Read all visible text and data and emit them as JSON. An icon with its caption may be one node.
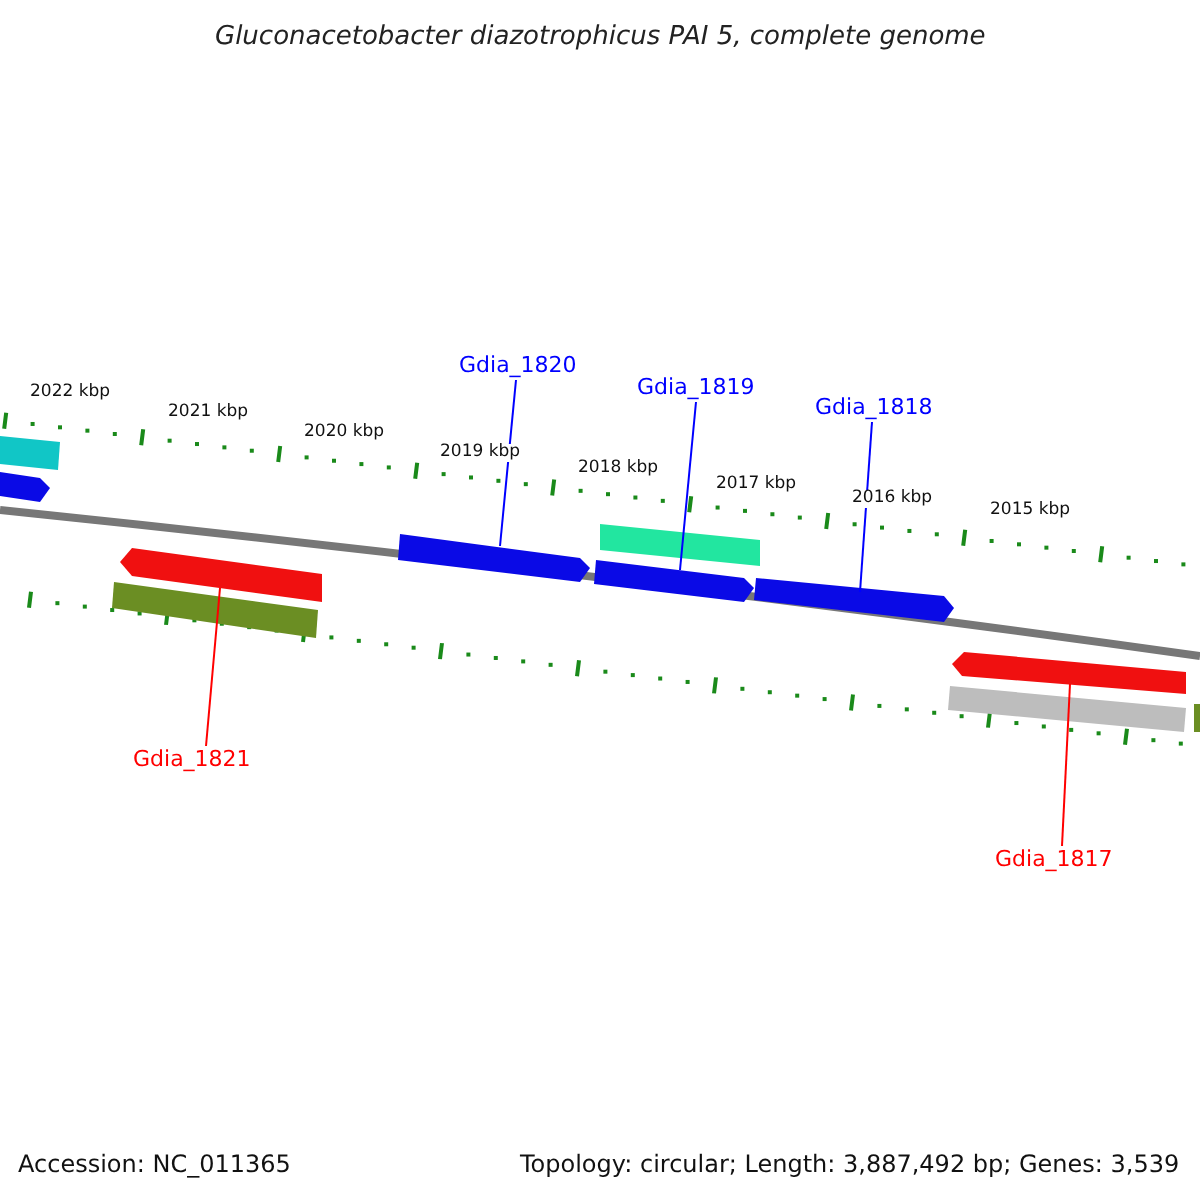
{
  "diagram": {
    "title": "Gluconacetobacter diazotrophicus PAI 5, complete genome",
    "nodes": [
      {
        "text": [
          "Gdia_1820"
        ]
      },
      {
        "text": [
          "Gdia_1819"
        ]
      },
      {
        "text": [
          "Gdia_1818"
        ]
      },
      {
        "text": [],
        "shape": "arrow"
      },
      {
        "text": [],
        "shape": "arrow"
      },
      {
        "text": [],
        "shape": "arrow"
      },
      {
        "text": [],
        "shape": "arrow"
      },
      {
        "text": [],
        "shape": "arrow"
      },
      {
        "text": [
          "Gdia_1821"
        ]
      },
      {
        "text": [
          "Gdia_1817"
        ]
      },
      {
        "text": [],
        "shape": "bar"
      },
      {
        "text": [],
        "shape": "arrow"
      },
      {
        "text": [],
        "shape": "bar"
      },
      {
        "text": [],
        "shape": "bar"
      },
      {
        "text": [],
        "shape": "bar"
      },
      {
        "text": [],
        "shape": "bar"
      }
    ],
    "edges": [
      {
        "from": 0,
        "to": 3,
        "arrow": "none"
      },
      {
        "from": 1,
        "to": 4,
        "arrow": "none"
      },
      {
        "from": 2,
        "to": 5,
        "arrow": "none"
      },
      {
        "from": 8,
        "to": 6,
        "arrow": "none",
        "color": "#ff0000"
      },
      {
        "from": 9,
        "to": 7,
        "arrow": "none",
        "color": "#ff0000"
      }
    ],
    "labels": [
      "2022 kbp",
      "2021 kbp",
      "2020 kbp",
      "2019 kbp",
      "2018 kbp",
      "2017 kbp",
      "2016 kbp",
      "2015 kbp",
      "Accession: NC_011365",
      "Topology: circular; Length: 3,887,492 bp; Genes: 3,539"
    ]
  }
}
